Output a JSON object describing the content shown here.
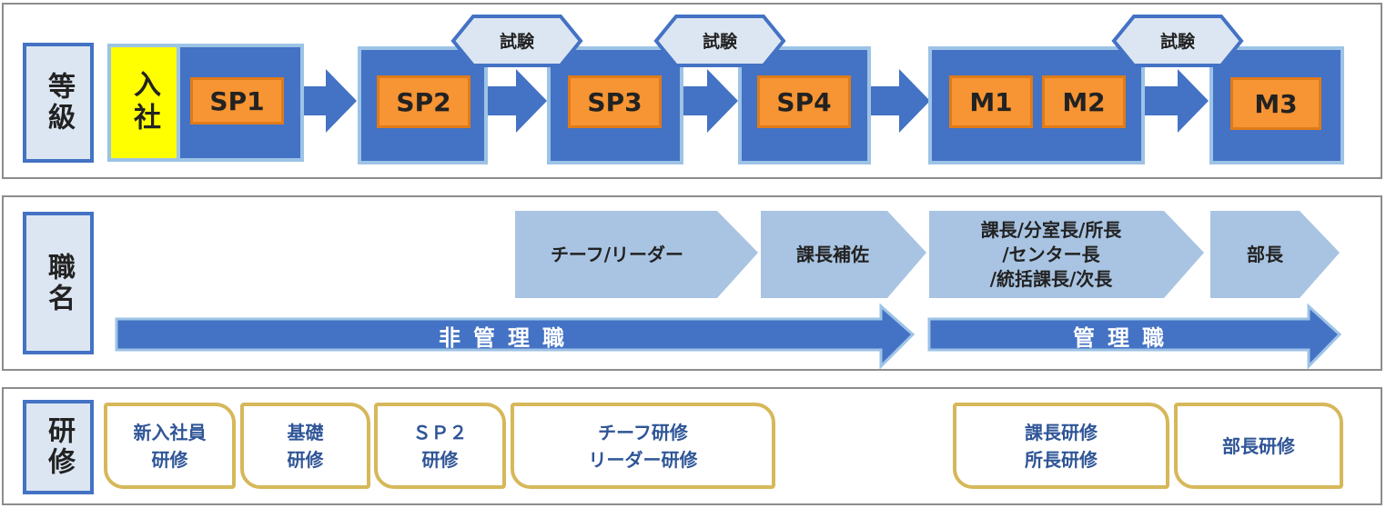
{
  "rows": {
    "grade_label": "等級",
    "position_label": "職名",
    "training_label": "研修"
  },
  "grades": {
    "entry": "入社",
    "sp1": "SP1",
    "sp2": "SP2",
    "sp3": "SP3",
    "sp4": "SP4",
    "m1": "M1",
    "m2": "M2",
    "m3": "M3"
  },
  "exams": [
    "試験",
    "試験",
    "試験"
  ],
  "positions": [
    "チーフ/リーダー",
    "課長補佐",
    "課長/分室長/所長\n/センター長\n/統括課長/次長",
    "部長"
  ],
  "categories": {
    "non_management": "非管理職",
    "management": "管理職"
  },
  "trainings": [
    "新入社員\n研修",
    "基礎\n研修",
    "ＳＰ２\n研修",
    "チーフ研修\nリーダー研修",
    "課長研修\n所長研修",
    "部長研修"
  ],
  "colors": {
    "grade_box": "#4472c4",
    "grade_border": "#9dc3e6",
    "orange": "#f79433",
    "entry": "#ffff00",
    "position_chevron": "#a9c4e2",
    "exam_diamond": "#dce6f2",
    "training_border": "#d6b85a",
    "training_text": "#2f5597"
  }
}
